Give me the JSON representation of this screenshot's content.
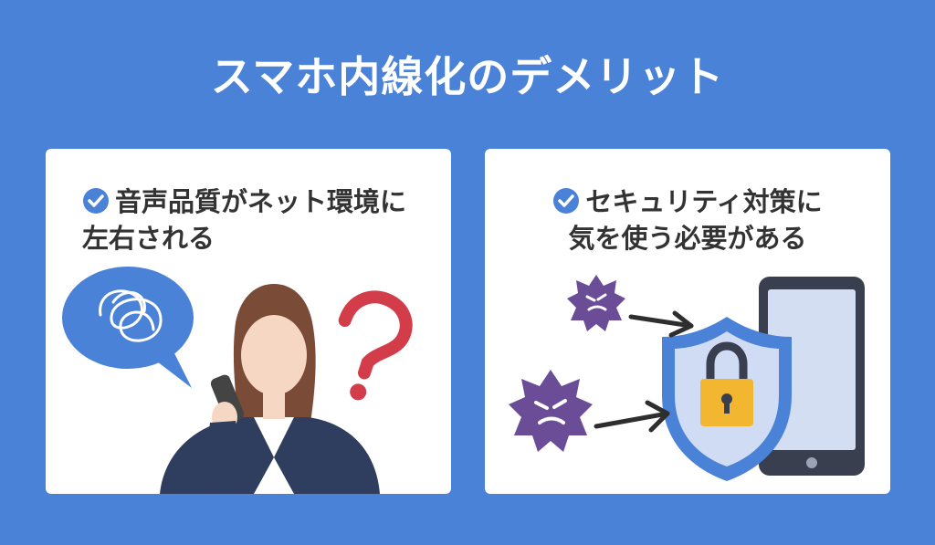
{
  "page": {
    "title": "スマホ内線化のデメリット"
  },
  "cards": [
    {
      "line1": "音声品質がネット環境に",
      "line2": "左右される"
    },
    {
      "line1": "セキュリティ対策に",
      "line2": "気を使う必要がある"
    }
  ],
  "colors": {
    "background": "#4a82d8",
    "card": "#ffffff",
    "accent": "#4a82d8",
    "question_mark": "#d33d4a",
    "virus": "#6a4c97",
    "lock": "#f2b630",
    "shield": "#4a82d8"
  },
  "icons": {
    "check": "check-circle-icon",
    "question": "question-mark-icon",
    "tangle": "tangled-speech-icon",
    "virus": "virus-icon",
    "shield": "shield-lock-icon",
    "phone": "smartphone-icon"
  }
}
